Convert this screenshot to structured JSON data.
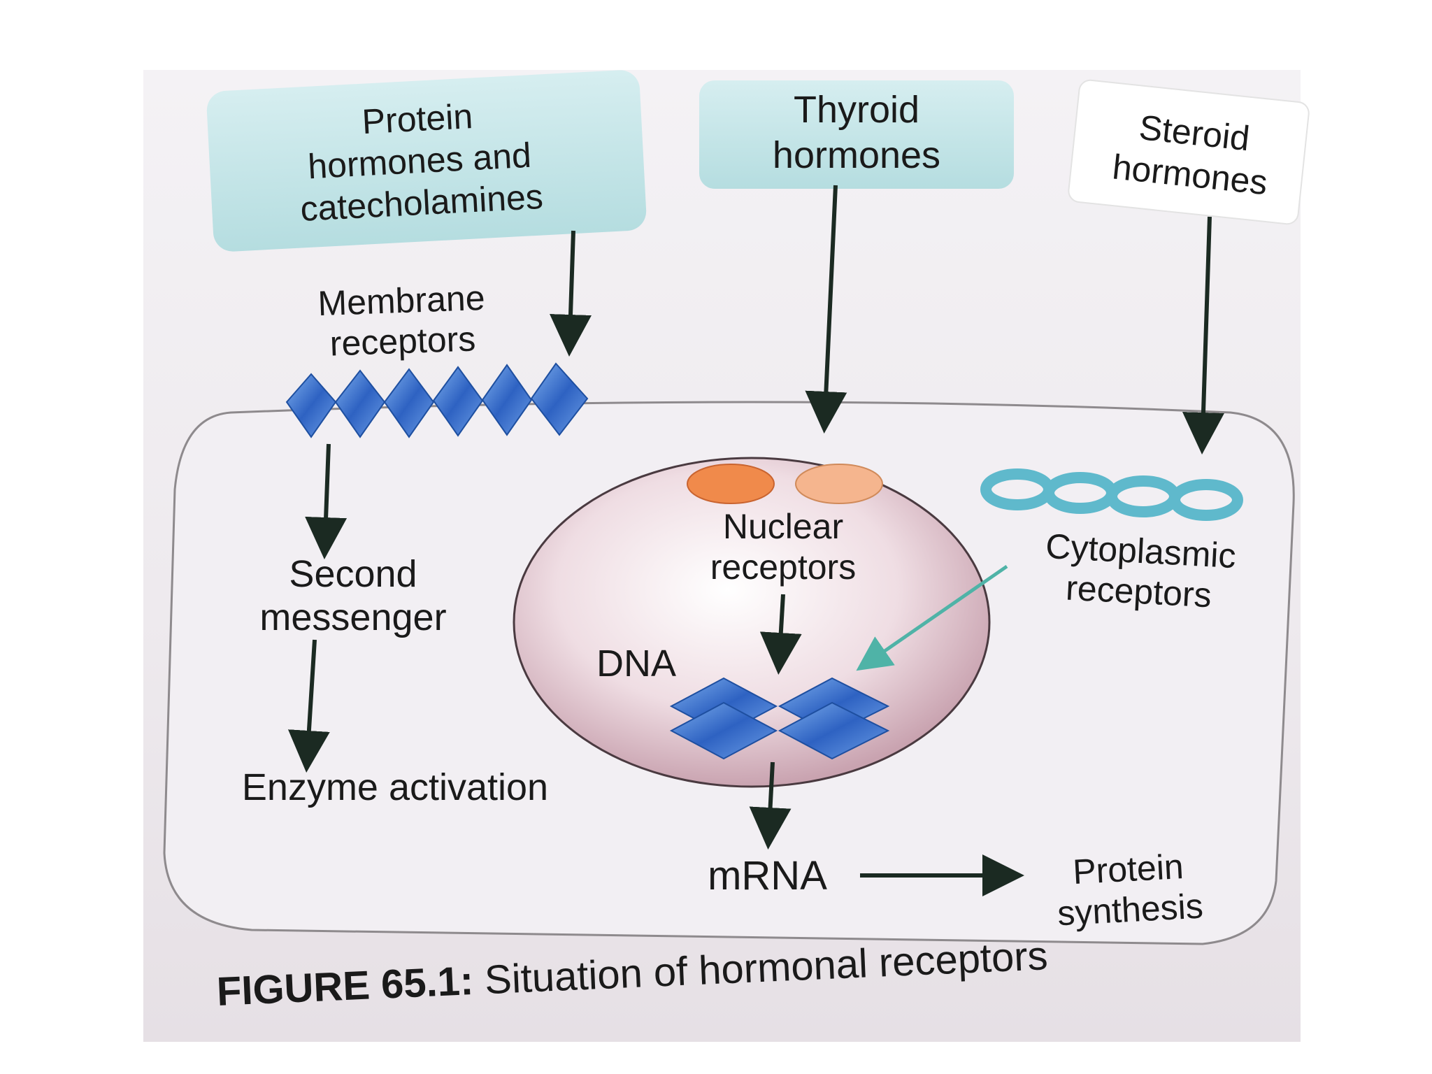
{
  "hormone_boxes": {
    "protein": "Protein\nhormones and\ncatecholamines",
    "thyroid": "Thyroid\nhormones",
    "steroid": "Steroid\nhormones"
  },
  "labels": {
    "membrane_receptors": "Membrane\nreceptors",
    "second_messenger": "Second\nmessenger",
    "enzyme_activation": "Enzyme activation",
    "nuclear_receptors": "Nuclear\nreceptors",
    "dna": "DNA",
    "cytoplasmic_receptors": "Cytoplasmic\nreceptors",
    "mrna": "mRNA",
    "protein_synthesis": "Protein\nsynthesis"
  },
  "caption": {
    "number": "FIGURE 65.1:",
    "text": "Situation of hormonal receptors"
  },
  "colors": {
    "box_fill": "#bfe2e4",
    "receptor_blue": "#3b73c9",
    "nucleus_fill": "#e8d3da",
    "nuclear_receptor_orange": "#f08a4b",
    "cytoplasmic_ring": "#5fb9cc",
    "arrow": "#1b2a22",
    "teal_arrow": "#4fb3a7"
  }
}
